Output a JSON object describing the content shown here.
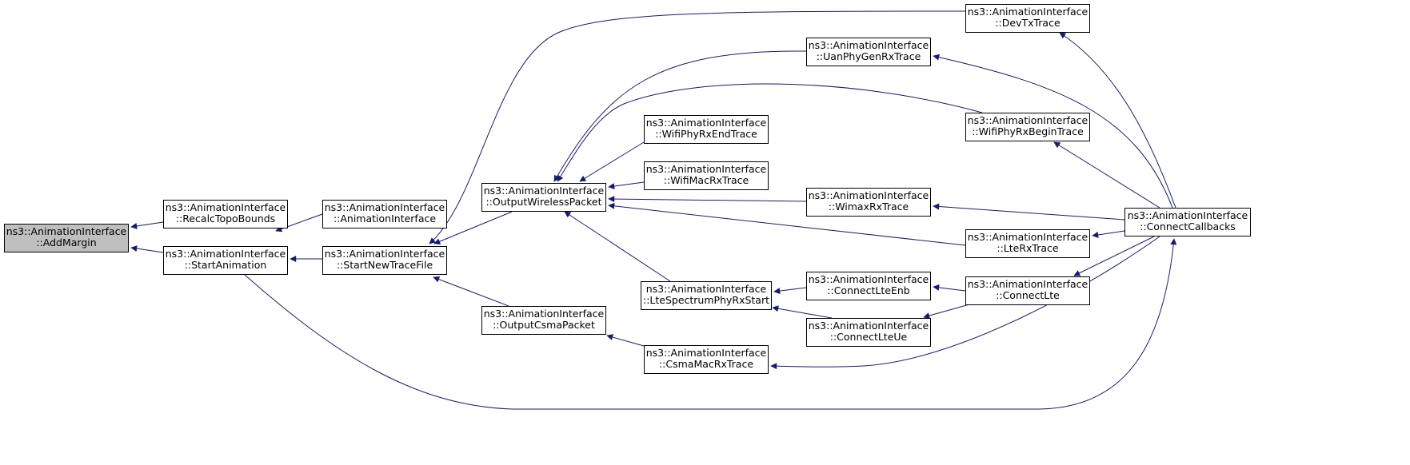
{
  "graph": {
    "edge_color": "#191970",
    "current_node_fill": "#bfbfbf",
    "nodes": {
      "add_margin": {
        "line1": "ns3::AnimationInterface",
        "line2": "::AddMargin"
      },
      "recalc_topo_bounds": {
        "line1": "ns3::AnimationInterface",
        "line2": "::RecalcTopoBounds"
      },
      "start_animation": {
        "line1": "ns3::AnimationInterface",
        "line2": "::StartAnimation"
      },
      "animation_interface": {
        "line1": "ns3::AnimationInterface",
        "line2": "::AnimationInterface"
      },
      "start_new_trace_file": {
        "line1": "ns3::AnimationInterface",
        "line2": "::StartNewTraceFile"
      },
      "output_wireless_packet": {
        "line1": "ns3::AnimationInterface",
        "line2": "::OutputWirelessPacket"
      },
      "output_csma_packet": {
        "line1": "ns3::AnimationInterface",
        "line2": "::OutputCsmaPacket"
      },
      "wifi_phy_rx_end_trace": {
        "line1": "ns3::AnimationInterface",
        "line2": "::WifiPhyRxEndTrace"
      },
      "wifi_mac_rx_trace": {
        "line1": "ns3::AnimationInterface",
        "line2": "::WifiMacRxTrace"
      },
      "lte_spectrum_phy_rx_start": {
        "line1": "ns3::AnimationInterface",
        "line2": "::LteSpectrumPhyRxStart"
      },
      "csma_mac_rx_trace": {
        "line1": "ns3::AnimationInterface",
        "line2": "::CsmaMacRxTrace"
      },
      "uan_phy_gen_rx_trace": {
        "line1": "ns3::AnimationInterface",
        "line2": "::UanPhyGenRxTrace"
      },
      "wimax_rx_trace": {
        "line1": "ns3::AnimationInterface",
        "line2": "::WimaxRxTrace"
      },
      "connect_lte_enb": {
        "line1": "ns3::AnimationInterface",
        "line2": "::ConnectLteEnb"
      },
      "connect_lte_ue": {
        "line1": "ns3::AnimationInterface",
        "line2": "::ConnectLteUe"
      },
      "dev_tx_trace": {
        "line1": "ns3::AnimationInterface",
        "line2": "::DevTxTrace"
      },
      "wifi_phy_rx_begin_trace": {
        "line1": "ns3::AnimationInterface",
        "line2": "::WifiPhyRxBeginTrace"
      },
      "lte_rx_trace": {
        "line1": "ns3::AnimationInterface",
        "line2": "::LteRxTrace"
      },
      "connect_lte": {
        "line1": "ns3::AnimationInterface",
        "line2": "::ConnectLte"
      },
      "connect_callbacks": {
        "line1": "ns3::AnimationInterface",
        "line2": "::ConnectCallbacks"
      }
    },
    "edges": [
      {
        "from": "recalc_topo_bounds",
        "to": "add_margin"
      },
      {
        "from": "start_animation",
        "to": "add_margin"
      },
      {
        "from": "animation_interface",
        "to": "start_animation"
      },
      {
        "from": "start_new_trace_file",
        "to": "start_animation"
      },
      {
        "from": "connect_callbacks",
        "to": "start_animation"
      },
      {
        "from": "output_wireless_packet",
        "to": "start_new_trace_file"
      },
      {
        "from": "output_csma_packet",
        "to": "start_new_trace_file"
      },
      {
        "from": "dev_tx_trace",
        "to": "start_new_trace_file"
      },
      {
        "from": "uan_phy_gen_rx_trace",
        "to": "output_wireless_packet"
      },
      {
        "from": "wifi_phy_rx_begin_trace",
        "to": "output_wireless_packet"
      },
      {
        "from": "wifi_phy_rx_end_trace",
        "to": "output_wireless_packet"
      },
      {
        "from": "wifi_mac_rx_trace",
        "to": "output_wireless_packet"
      },
      {
        "from": "wimax_rx_trace",
        "to": "output_wireless_packet"
      },
      {
        "from": "lte_rx_trace",
        "to": "output_wireless_packet"
      },
      {
        "from": "lte_spectrum_phy_rx_start",
        "to": "output_wireless_packet"
      },
      {
        "from": "csma_mac_rx_trace",
        "to": "output_csma_packet"
      },
      {
        "from": "connect_lte_enb",
        "to": "lte_spectrum_phy_rx_start"
      },
      {
        "from": "connect_lte_ue",
        "to": "lte_spectrum_phy_rx_start"
      },
      {
        "from": "connect_lte",
        "to": "connect_lte_enb"
      },
      {
        "from": "connect_lte",
        "to": "connect_lte_ue"
      },
      {
        "from": "connect_callbacks",
        "to": "dev_tx_trace"
      },
      {
        "from": "connect_callbacks",
        "to": "uan_phy_gen_rx_trace"
      },
      {
        "from": "connect_callbacks",
        "to": "wifi_phy_rx_begin_trace"
      },
      {
        "from": "connect_callbacks",
        "to": "wimax_rx_trace"
      },
      {
        "from": "connect_callbacks",
        "to": "lte_rx_trace"
      },
      {
        "from": "connect_callbacks",
        "to": "connect_lte"
      },
      {
        "from": "connect_callbacks",
        "to": "csma_mac_rx_trace"
      }
    ]
  }
}
